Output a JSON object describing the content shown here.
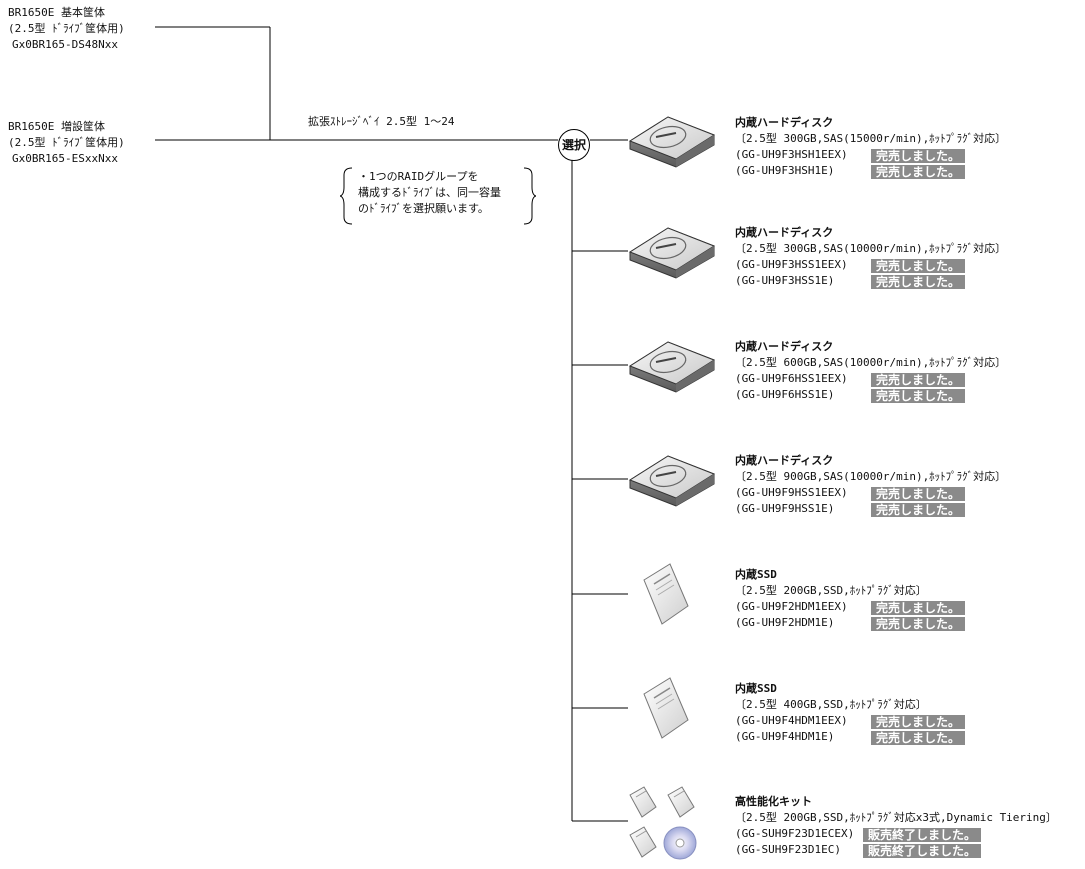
{
  "base_chassis": {
    "name": "BR1650E 基本筐体",
    "sub": "(2.5型 ﾄﾞﾗｲﾌﾞ筐体用)",
    "code": "Gx0BR165-DS48Nxx"
  },
  "expansion_chassis": {
    "name": "BR1650E 増設筐体",
    "sub": "(2.5型 ﾄﾞﾗｲﾌﾞ筐体用)",
    "code": "Gx0BR165-ESxxNxx"
  },
  "bay_label": "拡張ｽﾄﾚｰｼﾞﾍﾞｲ 2.5型 1～24",
  "select_label": "選択",
  "note": {
    "line1": "・1つのRAIDグループを",
    "line2": "構成するﾄﾞﾗｲﾌﾞは、同一容量",
    "line3": "のﾄﾞﾗｲﾌﾞを選択願います。"
  },
  "items": [
    {
      "title": "内蔵ハードディスク",
      "spec": "〔2.5型 300GB,SAS(15000r/min),ﾎｯﾄﾌﾟﾗｸﾞ対応〕",
      "code1": "(GG-UH9F3HSH1EEX)",
      "code2": "(GG-UH9F3HSH1E)",
      "status1": "完売しました。",
      "status2": "完売しました。",
      "icon": "hard-disk-icon"
    },
    {
      "title": "内蔵ハードディスク",
      "spec": "〔2.5型 300GB,SAS(10000r/min),ﾎｯﾄﾌﾟﾗｸﾞ対応〕",
      "code1": "(GG-UH9F3HSS1EEX)",
      "code2": "(GG-UH9F3HSS1E)",
      "status1": "完売しました。",
      "status2": "完売しました。",
      "icon": "hard-disk-icon"
    },
    {
      "title": "内蔵ハードディスク",
      "spec": "〔2.5型 600GB,SAS(10000r/min),ﾎｯﾄﾌﾟﾗｸﾞ対応〕",
      "code1": "(GG-UH9F6HSS1EEX)",
      "code2": "(GG-UH9F6HSS1E)",
      "status1": "完売しました。",
      "status2": "完売しました。",
      "icon": "hard-disk-icon"
    },
    {
      "title": "内蔵ハードディスク",
      "spec": "〔2.5型 900GB,SAS(10000r/min),ﾎｯﾄﾌﾟﾗｸﾞ対応〕",
      "code1": "(GG-UH9F9HSS1EEX)",
      "code2": "(GG-UH9F9HSS1E)",
      "status1": "完売しました。",
      "status2": "完売しました。",
      "icon": "hard-disk-icon"
    },
    {
      "title": "内蔵SSD",
      "spec": "〔2.5型 200GB,SSD,ﾎｯﾄﾌﾟﾗｸﾞ対応〕",
      "code1": "(GG-UH9F2HDM1EEX)",
      "code2": "(GG-UH9F2HDM1E)",
      "status1": "完売しました。",
      "status2": "完売しました。",
      "icon": "ssd-icon"
    },
    {
      "title": "内蔵SSD",
      "spec": "〔2.5型 400GB,SSD,ﾎｯﾄﾌﾟﾗｸﾞ対応〕",
      "code1": "(GG-UH9F4HDM1EEX)",
      "code2": "(GG-UH9F4HDM1E)",
      "status1": "完売しました。",
      "status2": "完売しました。",
      "icon": "ssd-icon"
    },
    {
      "title": "高性能化キット",
      "spec": "〔2.5型 200GB,SSD,ﾎｯﾄﾌﾟﾗｸﾞ対応x3式,Dynamic Tiering〕",
      "code1": "(GG-SUH9F23D1ECEX)",
      "code2": "(GG-SUH9F23D1EC)",
      "status1": "販売終了しました。",
      "status2": "販売終了しました。",
      "icon": "ssd-kit-icon"
    }
  ],
  "colors": {
    "badge_bg": "#8a8a8a",
    "line": "#000000"
  }
}
